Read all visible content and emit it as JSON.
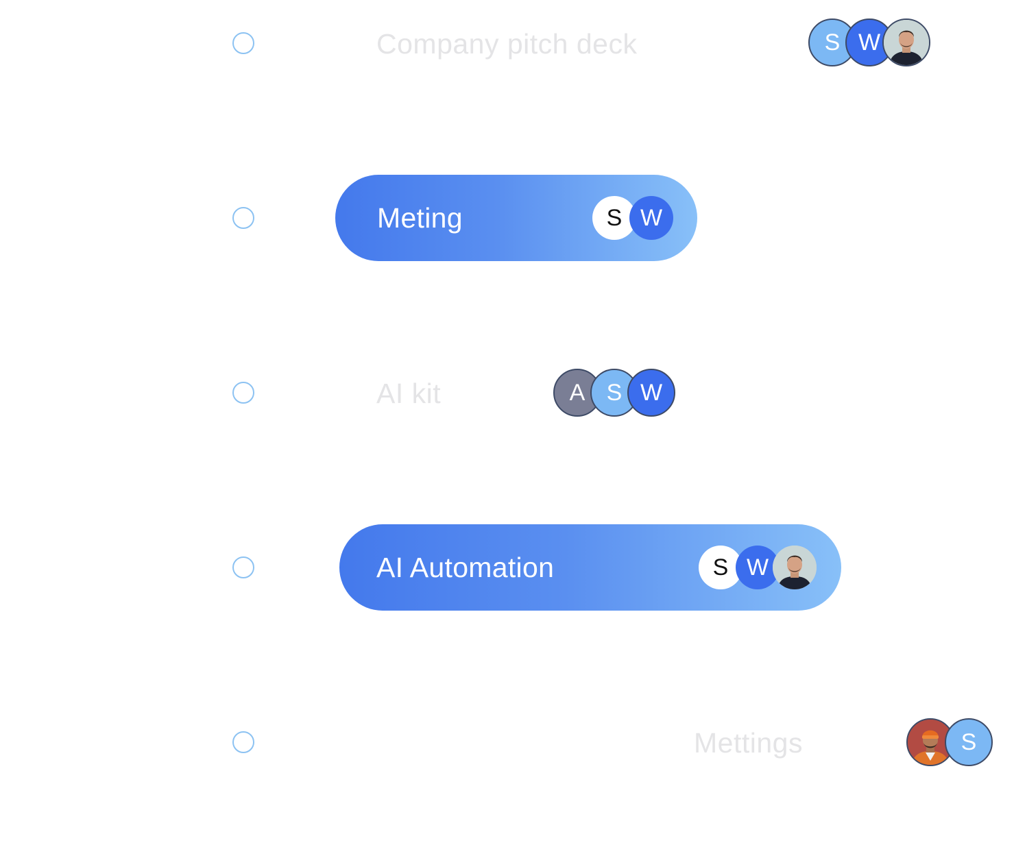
{
  "tasks": [
    {
      "label": "Company pitch deck",
      "highlighted": false,
      "avatars": [
        {
          "kind": "initial",
          "initial": "S",
          "color": "#7cb8f4"
        },
        {
          "kind": "initial",
          "initial": "W",
          "color": "#3b6ded"
        },
        {
          "kind": "photo",
          "icon": "man-portrait-avatar-icon"
        }
      ]
    },
    {
      "label": "Meting",
      "highlighted": true,
      "avatars": [
        {
          "kind": "initial",
          "initial": "S",
          "color": "#ffffff"
        },
        {
          "kind": "initial",
          "initial": "W",
          "color": "#3b6ded"
        }
      ]
    },
    {
      "label": "AI kit",
      "highlighted": false,
      "avatars": [
        {
          "kind": "initial",
          "initial": "A",
          "color": "#7a7e95"
        },
        {
          "kind": "initial",
          "initial": "S",
          "color": "#7cb8f4"
        },
        {
          "kind": "initial",
          "initial": "W",
          "color": "#3b6ded"
        }
      ]
    },
    {
      "label": "AI Automation",
      "highlighted": true,
      "avatars": [
        {
          "kind": "initial",
          "initial": "S",
          "color": "#ffffff"
        },
        {
          "kind": "initial",
          "initial": "W",
          "color": "#3b6ded"
        },
        {
          "kind": "photo",
          "icon": "man-portrait-avatar-icon"
        }
      ]
    },
    {
      "label": "Mettings",
      "highlighted": false,
      "avatars": [
        {
          "kind": "photo",
          "icon": "man-orange-beanie-avatar-icon"
        },
        {
          "kind": "initial",
          "initial": "S",
          "color": "#7cb8f4"
        }
      ]
    }
  ],
  "colors": {
    "radio_border": "#8cc2f2",
    "pill_gradient_start": "#4479ec",
    "pill_gradient_end": "#88c0f8",
    "muted_label": "#e4e4e6"
  }
}
